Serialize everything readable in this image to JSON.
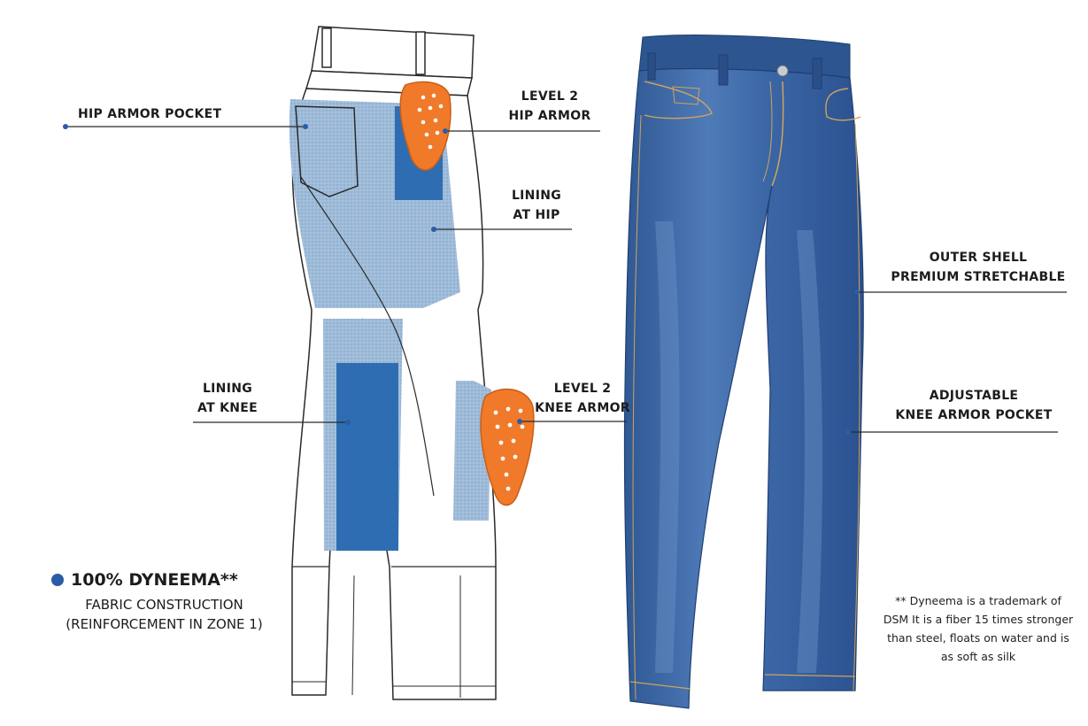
{
  "colors": {
    "accent_blue": "#2a5ca8",
    "armor_orange": "#f07a2a",
    "denim_light": "#9dbbd9",
    "denim_dark": "#2f6db2",
    "jeans_blue": "#3a64a3"
  },
  "callouts": {
    "hip_armor_pocket": [
      "HIP ARMOR POCKET"
    ],
    "level2_hip_armor": [
      "LEVEL 2",
      "HIP ARMOR"
    ],
    "lining_at_hip": [
      "LINING",
      "AT HIP"
    ],
    "lining_at_knee": [
      "LINING",
      "AT KNEE"
    ],
    "level2_knee_armor": [
      "LEVEL 2",
      "KNEE ARMOR"
    ],
    "outer_shell": [
      "OUTER SHELL",
      "PREMIUM STRETCHABLE"
    ],
    "adjustable_knee_pocket": [
      "ADJUSTABLE",
      "KNEE ARMOR POCKET"
    ]
  },
  "dyneema": {
    "headline": "100% DYNEEMA**",
    "line1": "FABRIC CONSTRUCTION",
    "line2": "(REINFORCEMENT IN ZONE 1)"
  },
  "footnote": {
    "line1": "** Dyneema is a trademark of",
    "line2": "DSM It is a fiber 15 times stronger",
    "line3": "than steel, floats on water and is",
    "line4": "as soft as silk"
  }
}
